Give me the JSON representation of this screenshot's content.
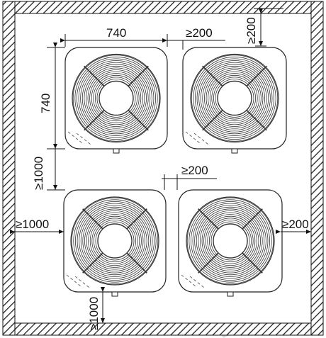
{
  "diagram": {
    "watermark": "资料",
    "dimensions": {
      "unit_width": "740",
      "unit_depth": "740",
      "gap_horizontal_top": "≥200",
      "gap_wall_top": "≥200",
      "gap_rows": "≥1000",
      "gap_horizontal_bottom": "≥200",
      "gap_wall_left": "≥1000",
      "gap_wall_right": "≥200",
      "gap_wall_bottom": "≥1000"
    },
    "units": [
      {
        "id": "unit-top-left"
      },
      {
        "id": "unit-top-right"
      },
      {
        "id": "unit-bottom-left"
      },
      {
        "id": "unit-bottom-right"
      }
    ]
  }
}
